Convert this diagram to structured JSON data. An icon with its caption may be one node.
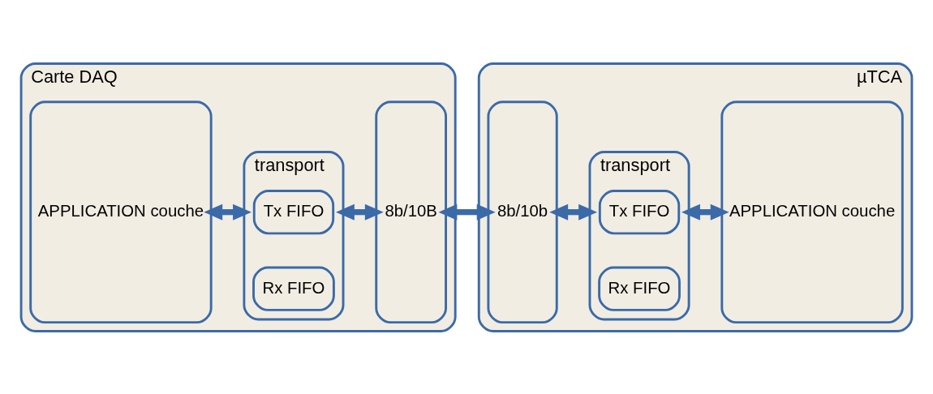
{
  "diagram": {
    "nodes": [
      {
        "text": [
          "Carte DAQ"
        ]
      },
      {
        "text": [
          "APPLICATION couche"
        ],
        "in": 0
      },
      {
        "text": [
          "transport"
        ],
        "in": 0
      },
      {
        "text": [
          "Tx FIFO"
        ],
        "in": 2
      },
      {
        "text": [
          "Rx FIFO"
        ],
        "in": 2
      },
      {
        "text": [
          "8b/10B"
        ],
        "in": 0
      },
      {
        "text": [
          "µTCA"
        ]
      },
      {
        "text": [
          "8b/10b"
        ],
        "in": 6
      },
      {
        "text": [
          "transport"
        ],
        "in": 6
      },
      {
        "text": [
          "Tx FIFO"
        ],
        "in": 8
      },
      {
        "text": [
          "Rx FIFO"
        ],
        "in": 8
      },
      {
        "text": [
          "APPLICATION couche"
        ],
        "in": 6
      }
    ],
    "edges": [
      {
        "from": 1,
        "to": 2,
        "arrow": "both"
      },
      {
        "from": 2,
        "to": 5,
        "arrow": "both"
      },
      {
        "from": 5,
        "to": 7,
        "arrow": "both"
      },
      {
        "from": 7,
        "to": 8,
        "arrow": "both"
      },
      {
        "from": 8,
        "to": 11,
        "arrow": "both"
      }
    ]
  }
}
